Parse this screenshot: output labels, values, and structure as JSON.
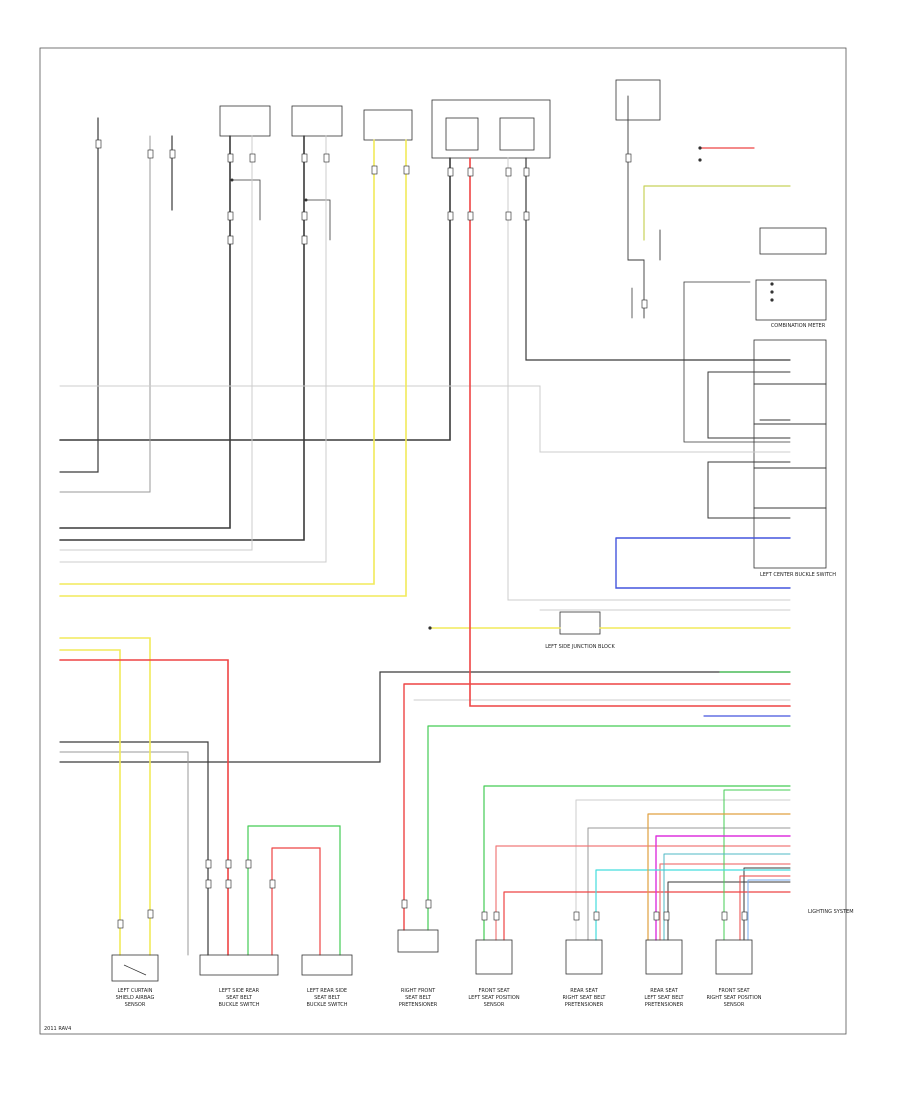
{
  "labels": {
    "top_right": "LIGHTING SYSTEM",
    "combination_meter": "COMBINATION METER",
    "left_side_junction_block": "LEFT SIDE JUNCTION BLOCK",
    "left_center_buckle_switch": "LEFT CENTER BUCKLE SWITCH",
    "page_footer": "2011 RAV4"
  },
  "captions": {
    "b1": [
      "LEFT CURTAIN",
      "SHIELD AIRBAG",
      "SENSOR"
    ],
    "b2": [
      "LEFT SIDE REAR",
      "SEAT BELT",
      "BUCKLE SWITCH"
    ],
    "b3": [
      "LEFT REAR SIDE",
      "SEAT BELT",
      "BUCKLE SWITCH"
    ],
    "b4": [
      "RIGHT FRONT",
      "SEAT BELT",
      "PRETENSIONER"
    ],
    "b5": [
      "FRONT SEAT",
      "LEFT SEAT POSITION",
      "SENSOR"
    ],
    "b6": [
      "REAR SEAT",
      "RIGHT SEAT BELT",
      "PRETENSIONER"
    ],
    "b7": [
      "REAR SEAT",
      "LEFT SEAT BELT",
      "PRETENSIONER"
    ],
    "b8": [
      "FRONT SEAT",
      "RIGHT SEAT POSITION",
      "SENSOR"
    ]
  },
  "colors": {
    "black": "#3a3a3a",
    "gray": "#9a9a9a",
    "light_gray": "#cccccc",
    "yellow": "#f2ea5a",
    "red": "#ee4444",
    "pink": "#f07a7a",
    "green": "#44cc55",
    "blue": "#4455dd",
    "light_blue": "#77aaee",
    "violet": "#dd33dd",
    "cyan": "#44dddd",
    "orange": "#e0a040",
    "yellow_green": "#c8d25a",
    "teal": "#4fb8c4"
  }
}
